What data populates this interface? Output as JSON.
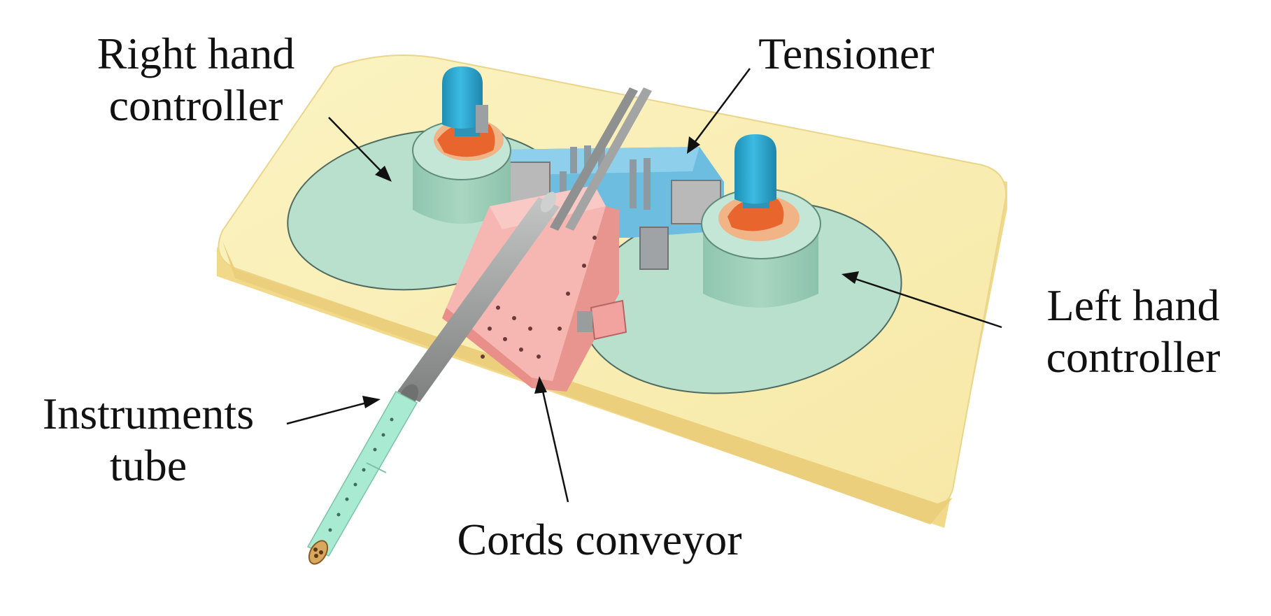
{
  "labels": {
    "right_hand_line1": "Right hand",
    "right_hand_line2": "controller",
    "tensioner": "Tensioner",
    "left_hand_line1": "Left hand",
    "left_hand_line2": "controller",
    "instruments_line1": "Instruments",
    "instruments_line2": "tube",
    "cords_conveyor": "Cords conveyor"
  },
  "colors": {
    "base_top": "#f9efb0",
    "base_side": "#f2d98a",
    "pad": "#b8e0cc",
    "controller_body": "#a9d6c0",
    "knob_ring": "#f0b486",
    "knob_orange": "#e8662e",
    "joystick": "#2aa6cf",
    "tensioner": "#7fc4e4",
    "conveyor": "#f2a3a0",
    "tube_gray": "#9a9c9c",
    "instrument_tube": "#a9ebd2"
  }
}
